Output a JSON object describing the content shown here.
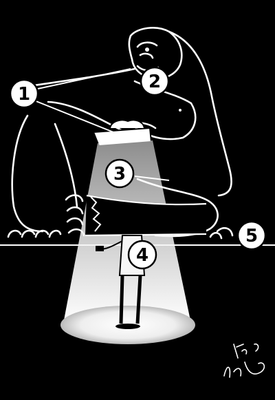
{
  "callouts": [
    {
      "label": "1"
    },
    {
      "label": "2"
    },
    {
      "label": "3"
    },
    {
      "label": "4"
    },
    {
      "label": "5"
    }
  ],
  "colors": {
    "background": "#000000",
    "line": "#ffffff",
    "spotlight": "#ffffff"
  },
  "signature": "Bǐ 9 LiuPan"
}
